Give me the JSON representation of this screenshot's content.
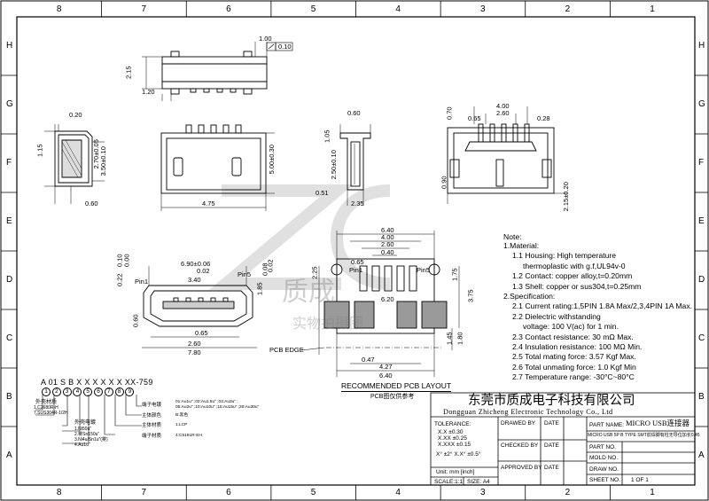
{
  "sheet": {
    "columns": [
      "8",
      "7",
      "6",
      "5",
      "4",
      "3",
      "2",
      "1"
    ],
    "rows": [
      "H",
      "G",
      "F",
      "E",
      "D",
      "C",
      "B",
      "A"
    ]
  },
  "dimensions": {
    "top_view": [
      "1.00",
      "0.10",
      "2.15",
      "1.20"
    ],
    "side_view": [
      "0.20",
      "1.15",
      "2.70±0.05",
      "3.50±0.10",
      "0.60"
    ],
    "front_view": [
      "4.75",
      "5.00±0.30"
    ],
    "right_view": [
      "0.60",
      "1.05",
      "2.50±0.10",
      "0.51",
      "2.35"
    ],
    "pcb_front": [
      "4.00",
      "2.60",
      "0.28",
      "0.70",
      "0.65",
      "0.90",
      "2.15±0.20"
    ],
    "plug_front": [
      "0.10",
      "0.00",
      "0.22",
      "6.90±0.06",
      "0.02",
      "3.40",
      "Pin1",
      "Pin5",
      "0.08",
      "1.85",
      "0.02",
      "0.60",
      "0.65",
      "2.60",
      "7.80"
    ],
    "pcb_layout": [
      "6.40",
      "4.00",
      "2.60",
      "0.40",
      "0.65",
      "Pin1",
      "Pin5",
      "2.25",
      "1.75",
      "3.75",
      "6.20",
      "1.45",
      "1.80",
      "0.47",
      "4.27",
      "6.40"
    ],
    "pcb_edge": "PCB EDGE"
  },
  "layout_title": "RECOMMENDED PCB LAYOUT",
  "layout_subtitle": "PCB图仅供参考",
  "part_code": {
    "header": "A  01  S  B  X  X  X  X  X  X  XX-759",
    "digits": [
      "1",
      "2",
      "3",
      "4",
      "5",
      "6",
      "7",
      "8",
      "9"
    ],
    "legend_left_title": "外壳材质",
    "legend_left_lines": [
      "1.C2680R-H",
      "7.SUS304R-1/2H"
    ],
    "legend_mid_title": "外壳电镀",
    "legend_mid_lines": [
      "1.Ni50u\"",
      "2.雾Sn150u\"",
      "3.Ni4u/Sn1u\"(雾)",
      "4.Au1u\""
    ],
    "legend_right": [
      {
        "label": "端子电镀",
        "text": "01:Au1u\" ;02:Au1.5u\" ;03:Au3u\" ;\n05:Au2u\" ;10:Au10u\" ;15:Au15u\" ;30:Au30u\""
      },
      {
        "label": "主体颜色",
        "text": "B:黑色"
      },
      {
        "label": "主体材质",
        "text": "1.LCP"
      },
      {
        "label": "端子材质",
        "text": "4:C5191R-EH"
      }
    ]
  },
  "notes": {
    "title": "Note:",
    "items": [
      "1.Material:",
      "1.1  Housing: High temperature",
      "thermoplastic with g.f,UL94v-0",
      "1.2  Contact: copper alloy,t=0.20mm",
      "1.3  Shell: copper or sus304,t=0.25mm",
      "2.Specification:",
      "2.1  Current rating:1,5PIN 1.8A Max/2,3,4PIN 1A Max.",
      "2.2  Dielectric withstanding",
      "voltage: 100 V(ac) for 1 min.",
      "2.3  Contact resistance: 30 mΩ Max.",
      "2.4  Insulation resistance: 100 MΩ Min.",
      "2.5  Total mating force: 3.57 Kgf Max.",
      "2.6  Total unmating force: 1.0 Kgf Min",
      "2.7  Temperature range: -30°C~80°C"
    ]
  },
  "title_block": {
    "company_cn": "东莞市质成电子科技有限公司",
    "company_en": "Dongguan Zhicheng Electronic Technology Co., Ltd",
    "tolerance_title": "TOLERANCE:",
    "tolerances": [
      "X.X      ±0.30",
      "X.XX    ±0.25",
      "X.XXX   ±0.15"
    ],
    "angle_tol": "X°  ±2°        X.X°  ±0.5°",
    "unit": "Unit:  mm  [inch]",
    "scale": "SCALE:1:1",
    "size": "SIZE: A4",
    "drawed_by": "DRAWED BY",
    "checked_by": "CHECKED BY",
    "approved_by": "APPROVED BY",
    "date_label": "DATE",
    "part_name_label": "PART NAME:",
    "part_name": "MICRO USB连接器",
    "part_desc": "MICRO USB 5P B TYPE SMT前焊脚有柱无导位加长0.45",
    "part_no": "PART NO.",
    "mold_no": "MOLD NO.",
    "draw_no": "DRAW NO.",
    "sheet_no": "SHEET NO.",
    "sheet_value": "1 OF 1"
  },
  "watermark": {
    "cn": "质成",
    "cn2": "实物拍摄图",
    "logo_letters": "ZC"
  }
}
